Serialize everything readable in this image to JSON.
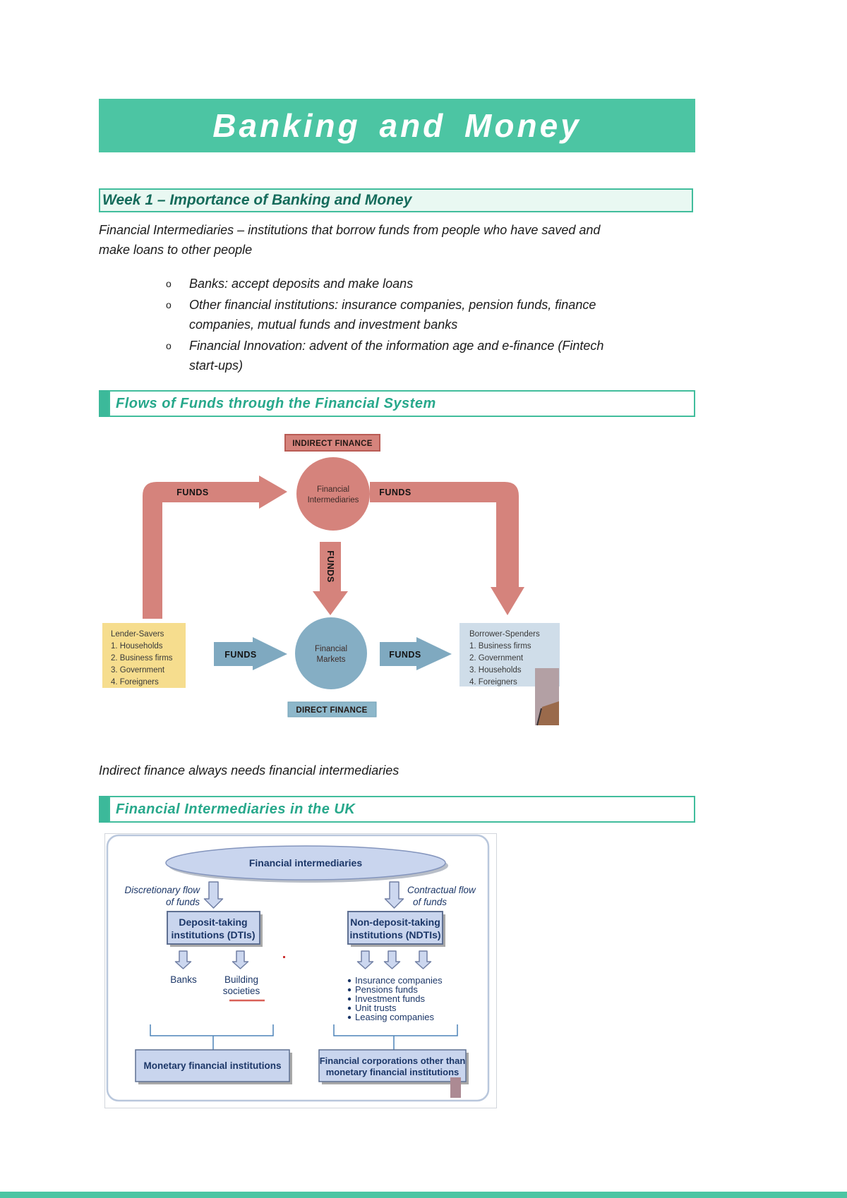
{
  "banner": {
    "title": "Banking and Money"
  },
  "week1": {
    "heading": "Week 1 – Importance of Banking and Money",
    "intro_lines": [
      "Financial Intermediaries – institutions that borrow funds from people who have saved and",
      "make loans to other people"
    ],
    "bullet_marker": "o",
    "bullets": [
      {
        "lines": [
          "Banks: accept deposits and make loans",
          ""
        ]
      },
      {
        "lines": [
          "Other financial institutions: insurance companies, pension funds, finance",
          "companies, mutual funds and investment banks"
        ]
      },
      {
        "lines": [
          "Financial Innovation: advent of the information age and e-finance (Fintech",
          "start-ups)"
        ]
      }
    ]
  },
  "flows": {
    "heading": "Flows of Funds through the Financial System",
    "note": "Indirect finance always needs financial intermediaries",
    "diagram": {
      "indirect_label": "INDIRECT FINANCE",
      "direct_label": "DIRECT FINANCE",
      "funds_label": "FUNDS",
      "fi_circle": {
        "lines": [
          "Financial",
          "Intermediaries"
        ]
      },
      "fm_circle": {
        "lines": [
          "Financial",
          "Markets"
        ]
      },
      "lender_savers": {
        "title": "Lender-Savers",
        "items": [
          "1. Households",
          "2. Business firms",
          "3. Government",
          "4. Foreigners"
        ]
      },
      "borrower_spenders": {
        "title": "Borrower-Spenders",
        "items": [
          "1. Business firms",
          "2. Government",
          "3. Households",
          "4. Foreigners"
        ]
      }
    }
  },
  "uk": {
    "heading": "Financial Intermediaries in the UK",
    "diagram": {
      "root": "Financial intermediaries",
      "left_flow": {
        "lines": [
          "Discretionary flow",
          "of funds"
        ]
      },
      "right_flow": {
        "lines": [
          "Contractual flow",
          "of funds"
        ]
      },
      "dti": {
        "lines": [
          "Deposit-taking",
          "institutions (DTIs)"
        ]
      },
      "ndti": {
        "lines": [
          "Non-deposit-taking",
          "institutions (NDTIs)"
        ]
      },
      "banks_label": "Banks",
      "building": {
        "lines": [
          "Building",
          "societies"
        ]
      },
      "ndti_items": [
        "Insurance companies",
        "Pensions funds",
        "Investment funds",
        "Unit trusts",
        "Leasing companies"
      ],
      "mfi_label": "Monetary financial institutions",
      "non_mfi": {
        "lines": [
          "Financial corporations other than",
          "monetary financial institutions"
        ]
      }
    }
  },
  "colors": {
    "teal": "#4cc5a3",
    "salmon": "#d5837c",
    "steel_blue": "#85aec4",
    "yellow": "#f6dd8e",
    "light_blue_gray": "#cfdde9",
    "periwinkle": "#c9d5ee",
    "navy_text": "#1c3768"
  }
}
